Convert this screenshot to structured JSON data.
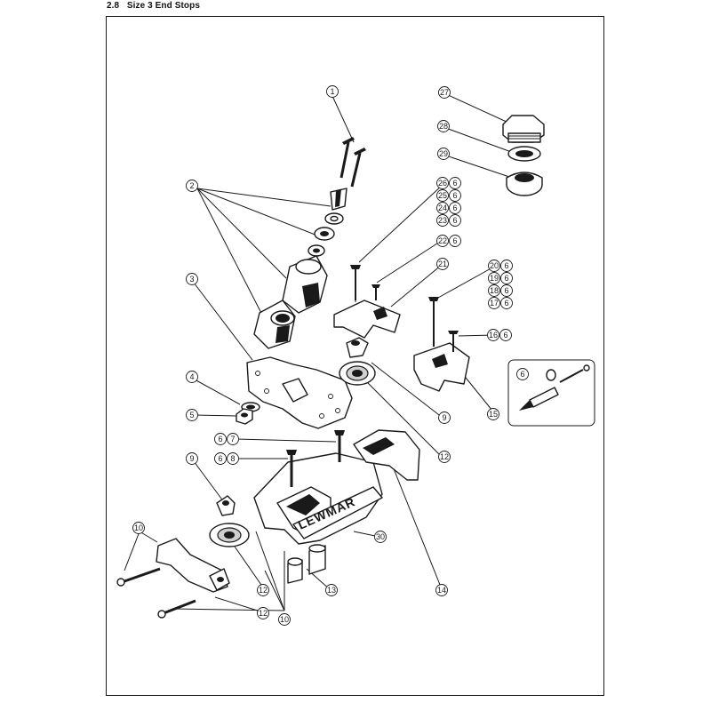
{
  "page": {
    "title": "2.8   Size 3 End Stops"
  },
  "diagram": {
    "brand_label": "LEWMAR",
    "callouts": {
      "c1": "1",
      "c2": "2",
      "c3": "3",
      "c4": "4",
      "c5": "5",
      "c6a": "6",
      "c7": "7",
      "c6b": "6",
      "c8": "8",
      "c9a": "9",
      "c9b": "9",
      "c10a": "10",
      "c10b": "10",
      "c12a": "12",
      "c12b": "12",
      "c12c": "12",
      "c13": "13",
      "c14": "14",
      "c15": "15",
      "c30": "30",
      "c21": "21",
      "c22": "22",
      "c6_22": "6",
      "c26": "26",
      "c6_26": "6",
      "c25": "25",
      "c6_25": "6",
      "c24": "24",
      "c6_24": "6",
      "c23": "23",
      "c6_23": "6",
      "c27": "27",
      "c28": "28",
      "c29": "29",
      "c20": "20",
      "c6_20": "6",
      "c19": "19",
      "c6_19": "6",
      "c18": "18",
      "c6_18": "6",
      "c17": "17",
      "c6_17": "6",
      "c16": "16",
      "c6_16": "6",
      "c6_inset": "6"
    }
  }
}
